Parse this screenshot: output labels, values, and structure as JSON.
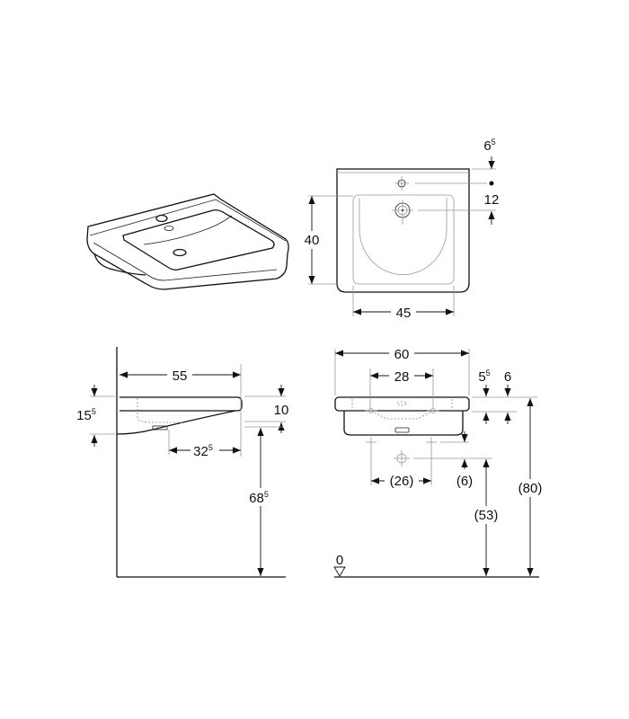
{
  "drawing": {
    "product": "washbasin",
    "views": [
      "perspective",
      "top",
      "side",
      "front"
    ],
    "top_view": {
      "depth": {
        "main": "40",
        "sup": ""
      },
      "bowl_width": {
        "main": "45",
        "sup": ""
      },
      "tap_hole_offset": {
        "main": "6",
        "sup": "5"
      },
      "drain_offset": {
        "main": "12",
        "sup": ""
      }
    },
    "side_view": {
      "projection": {
        "main": "55",
        "sup": ""
      },
      "total_height": {
        "main": "15",
        "sup": "5"
      },
      "rim_height": {
        "main": "10",
        "sup": ""
      },
      "drain_distance": {
        "main": "32",
        "sup": "5"
      },
      "underside_height": {
        "main": "68",
        "sup": "5"
      }
    },
    "front_view": {
      "width": {
        "main": "60",
        "sup": ""
      },
      "fixing_distance": {
        "main": "28",
        "sup": ""
      },
      "rim_a": {
        "main": "5",
        "sup": "5"
      },
      "rim_b": {
        "main": "6",
        "sup": ""
      },
      "supply_distance": {
        "main": "(26)",
        "sup": ""
      },
      "supply_offset": {
        "main": "(6)",
        "sup": ""
      },
      "waste_height": {
        "main": "(53)",
        "sup": ""
      },
      "rim_height_floor": {
        "main": "(80)",
        "sup": ""
      },
      "floor_level": {
        "main": "0",
        "sup": ""
      }
    }
  }
}
